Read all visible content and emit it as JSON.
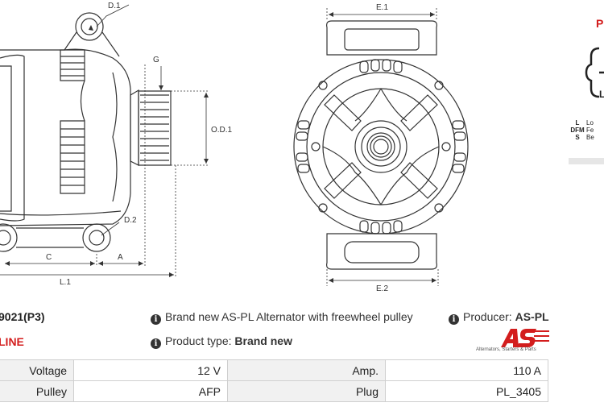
{
  "diagram": {
    "labels": {
      "d1": "D.1",
      "g": "G",
      "od1": "O.D.1",
      "d2": "D.2",
      "c": "C",
      "a": "A",
      "l1": "L.1",
      "e1": "E.1",
      "e2": "E.2"
    }
  },
  "side_panel": {
    "letter_top": "P",
    "letter_connector": "L",
    "rows": [
      {
        "code": "L",
        "text": "Lo"
      },
      {
        "code": "DFM",
        "text": "Fe"
      },
      {
        "code": "S",
        "text": "Be"
      }
    ]
  },
  "product": {
    "code": "9021(P3)",
    "line": "LINE",
    "description": "Brand new AS-PL Alternator with freewheel pulley",
    "type_label": "Product type:",
    "type_value": "Brand new",
    "producer_label": "Producer:",
    "producer_value": "AS-PL",
    "logo_tagline": "Alternators, Starters & Parts"
  },
  "specs": [
    {
      "label1": "Voltage",
      "value1": "12 V",
      "label2": "Amp.",
      "value2": "110 A"
    },
    {
      "label1": "Pulley",
      "value1": "AFP",
      "label2": "Plug",
      "value2": "PL_3405"
    }
  ],
  "colors": {
    "accent": "#d31d1d",
    "line": "#333333"
  }
}
